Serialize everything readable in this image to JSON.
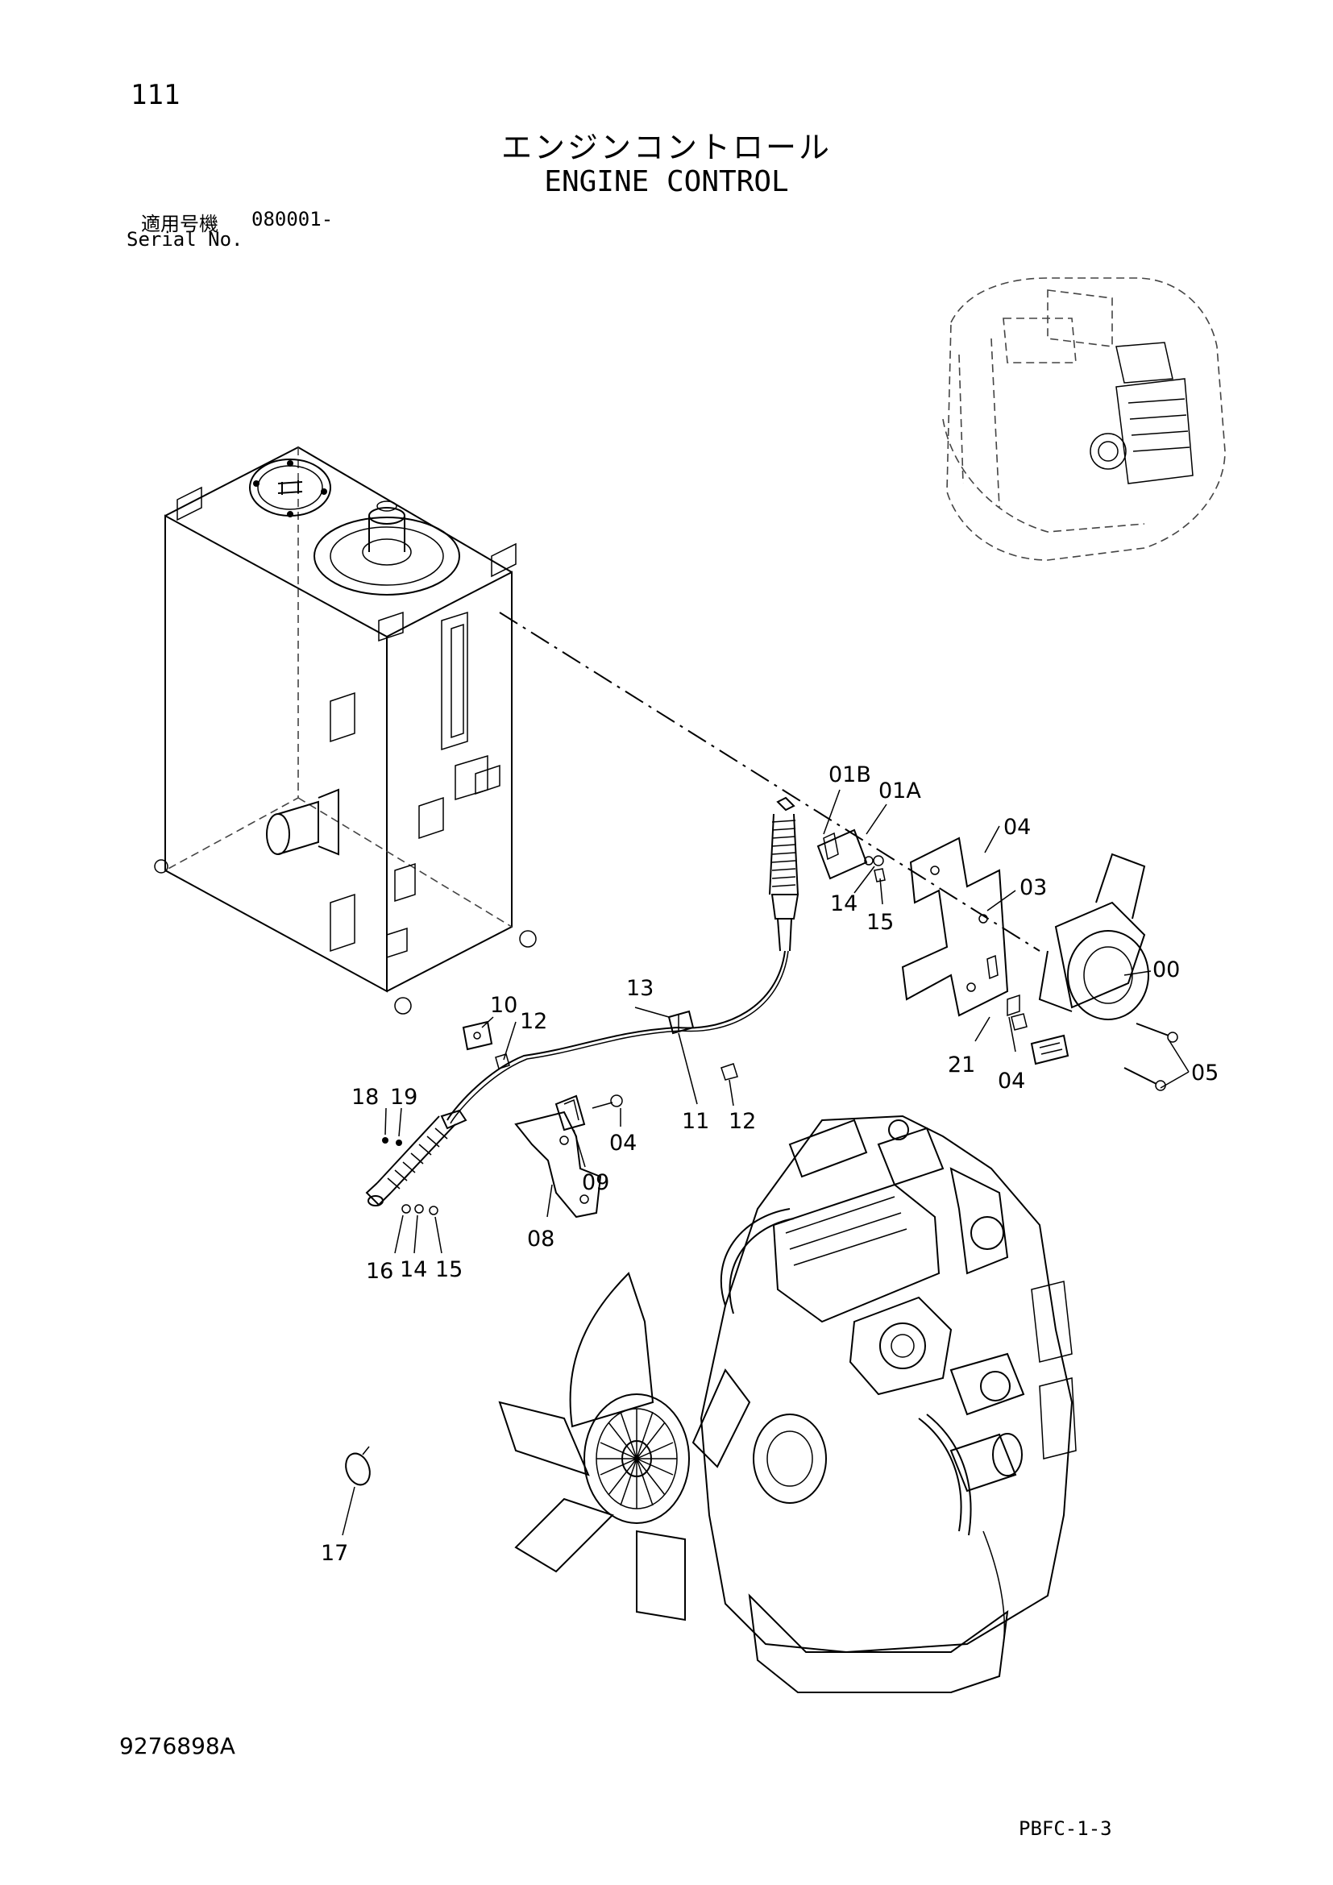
{
  "header": {
    "page_number": "111",
    "title_jp": "エンジンコントロール",
    "title_en": "ENGINE CONTROL",
    "serial_label_jp": "適用号機",
    "serial_value": "080001-",
    "serial_label_en": "Serial No."
  },
  "callouts": {
    "c01B": "01B",
    "c01A": "01A",
    "c04a": "04",
    "c03": "03",
    "c14a": "14",
    "c15a": "15",
    "c00": "00",
    "c13": "13",
    "c10": "10",
    "c12a": "12",
    "c21": "21",
    "c04b": "04",
    "c05": "05",
    "c18": "18",
    "c19": "19",
    "c04c": "04",
    "c11": "11",
    "c12b": "12",
    "c09": "09",
    "c08": "08",
    "c16": "16",
    "c14b": "14",
    "c15b": "15",
    "c17": "17"
  },
  "footer": {
    "drawing_number": "9276898A",
    "page_code": "PBFC-1-3"
  }
}
